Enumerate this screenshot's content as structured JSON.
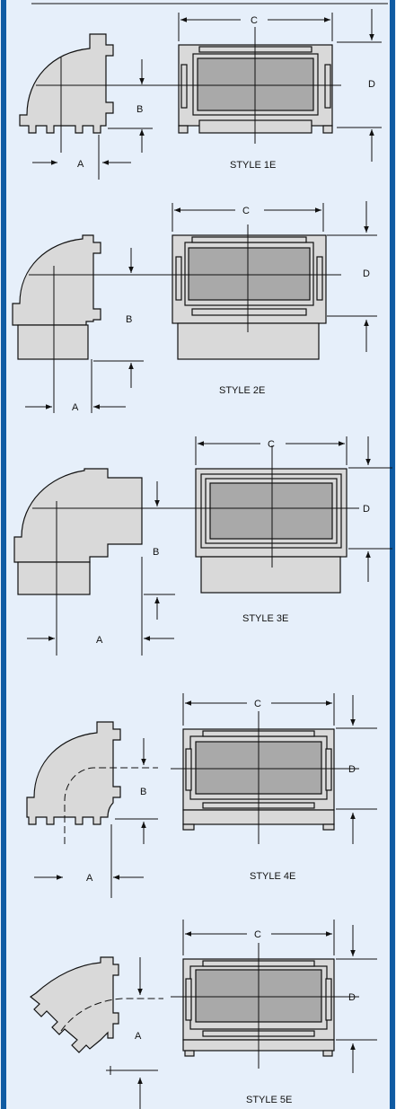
{
  "colors": {
    "background": "#e6effa",
    "frame": "#0f5ba3",
    "part_fill": "#d9d9d9",
    "inner_fill": "#a9a9a9",
    "line": "#111111"
  },
  "labels": {
    "dim_a": "A",
    "dim_b": "B",
    "dim_c": "C",
    "dim_d": "D"
  },
  "styles": [
    {
      "id": "1e",
      "caption": "STYLE 1E"
    },
    {
      "id": "2e",
      "caption": "STYLE 2E"
    },
    {
      "id": "3e",
      "caption": "STYLE 3E"
    },
    {
      "id": "4e",
      "caption": "STYLE 4E"
    },
    {
      "id": "5e",
      "caption": "STYLE 5E"
    }
  ]
}
